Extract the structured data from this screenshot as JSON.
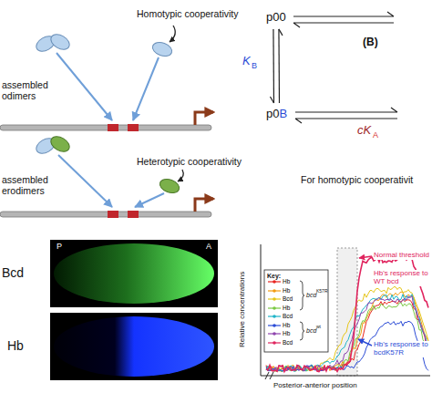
{
  "diagram": {
    "nodes": [
      {
        "text": [
          "p00"
        ]
      },
      {
        "text": [
          "p0",
          "B"
        ]
      }
    ],
    "edges": [
      {
        "from": 0,
        "to": 1,
        "arrow": "both"
      }
    ],
    "labels": [
      "Homotypic cooperativity",
      "assembled odimers",
      "Heterotypic cooperativity",
      "assembled erodimers",
      "(B)",
      "K",
      "B",
      "cK",
      "A",
      "For homotypic cooperativit",
      "Bcd",
      "P",
      "A",
      "Hb",
      "Relative concentrations",
      "Key:",
      "bcd",
      "K57R",
      "bcd",
      "wt",
      "Normal threshold",
      "Hb's response to WT bcd",
      "Hb's response to bcdK57R",
      "Posterior-anterior position"
    ],
    "legend": [
      {
        "text": "Hb"
      },
      {
        "text": "Hb"
      },
      {
        "text": "Bcd"
      },
      {
        "text": "Hb"
      },
      {
        "text": "Bcd"
      },
      {
        "text": "Hb"
      },
      {
        "text": "Hb"
      },
      {
        "text": "Bcd"
      }
    ]
  }
}
